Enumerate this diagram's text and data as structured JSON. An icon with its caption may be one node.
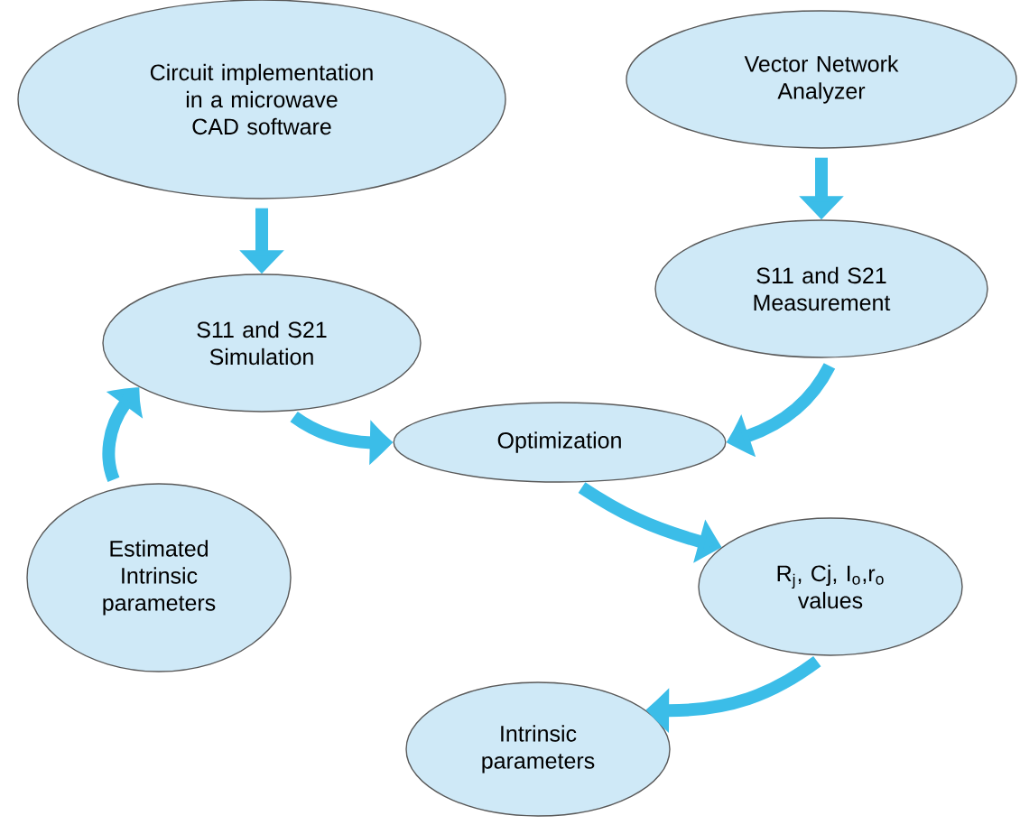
{
  "diagram": {
    "nodes": [
      {
        "text": [
          "Circuit implementation in a microwave CAD software"
        ]
      },
      {
        "text": [
          "Vector Network Analyzer"
        ]
      },
      {
        "text": [
          "S11 and S21 Simulation"
        ]
      },
      {
        "text": [
          "S11 and S21 Measurement"
        ]
      },
      {
        "text": [
          "Optimization"
        ]
      },
      {
        "text": [
          "Estimated Intrinsic parameters"
        ]
      },
      {
        "text": [
          "R$_{j}$, Cj, I$_{o}$,r$_{o}$ values"
        ]
      },
      {
        "text": [
          "Intrinsic parameters"
        ]
      }
    ],
    "edges": [
      {
        "from": 0,
        "to": 2,
        "arrow": "to"
      },
      {
        "from": 1,
        "to": 3,
        "arrow": "to"
      },
      {
        "from": 3,
        "to": 4,
        "arrow": "to"
      },
      {
        "from": 2,
        "to": 4,
        "arrow": "to"
      },
      {
        "from": 5,
        "to": 2,
        "arrow": "to"
      },
      {
        "from": 4,
        "to": 6,
        "arrow": "to"
      },
      {
        "from": 6,
        "to": 7,
        "arrow": "to"
      }
    ]
  }
}
